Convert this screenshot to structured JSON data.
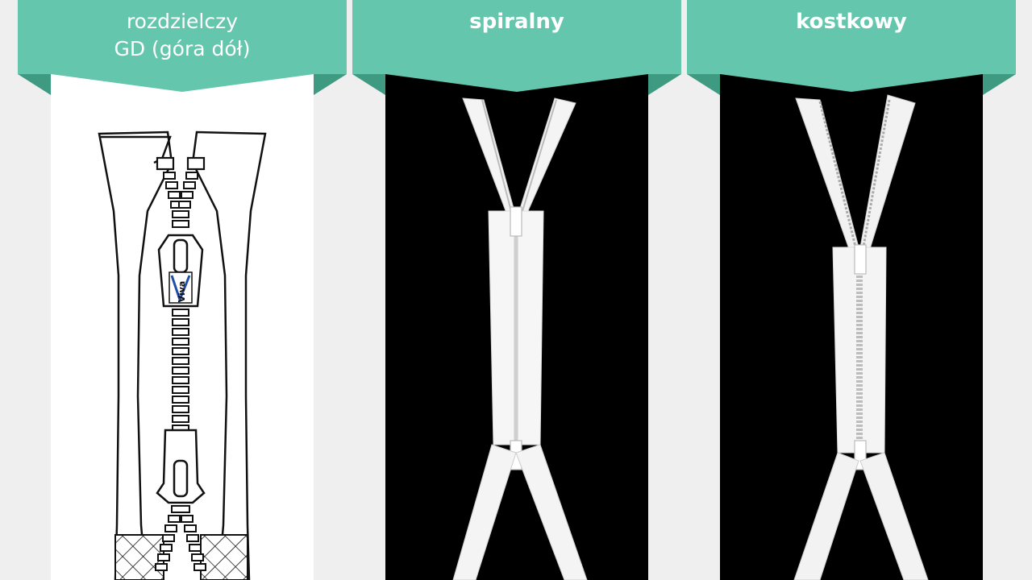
{
  "panels": [
    {
      "title_line1": "rozdzielczy",
      "title_line2": "GD (góra dół)",
      "slider_logo": "Viva"
    },
    {
      "title": "spiralny"
    },
    {
      "title": "kostkowy"
    }
  ],
  "colors": {
    "banner": "#64c6ac",
    "banner_fold": "#3f9a82",
    "photo_background": "#000000",
    "page_background": "#efefef"
  }
}
